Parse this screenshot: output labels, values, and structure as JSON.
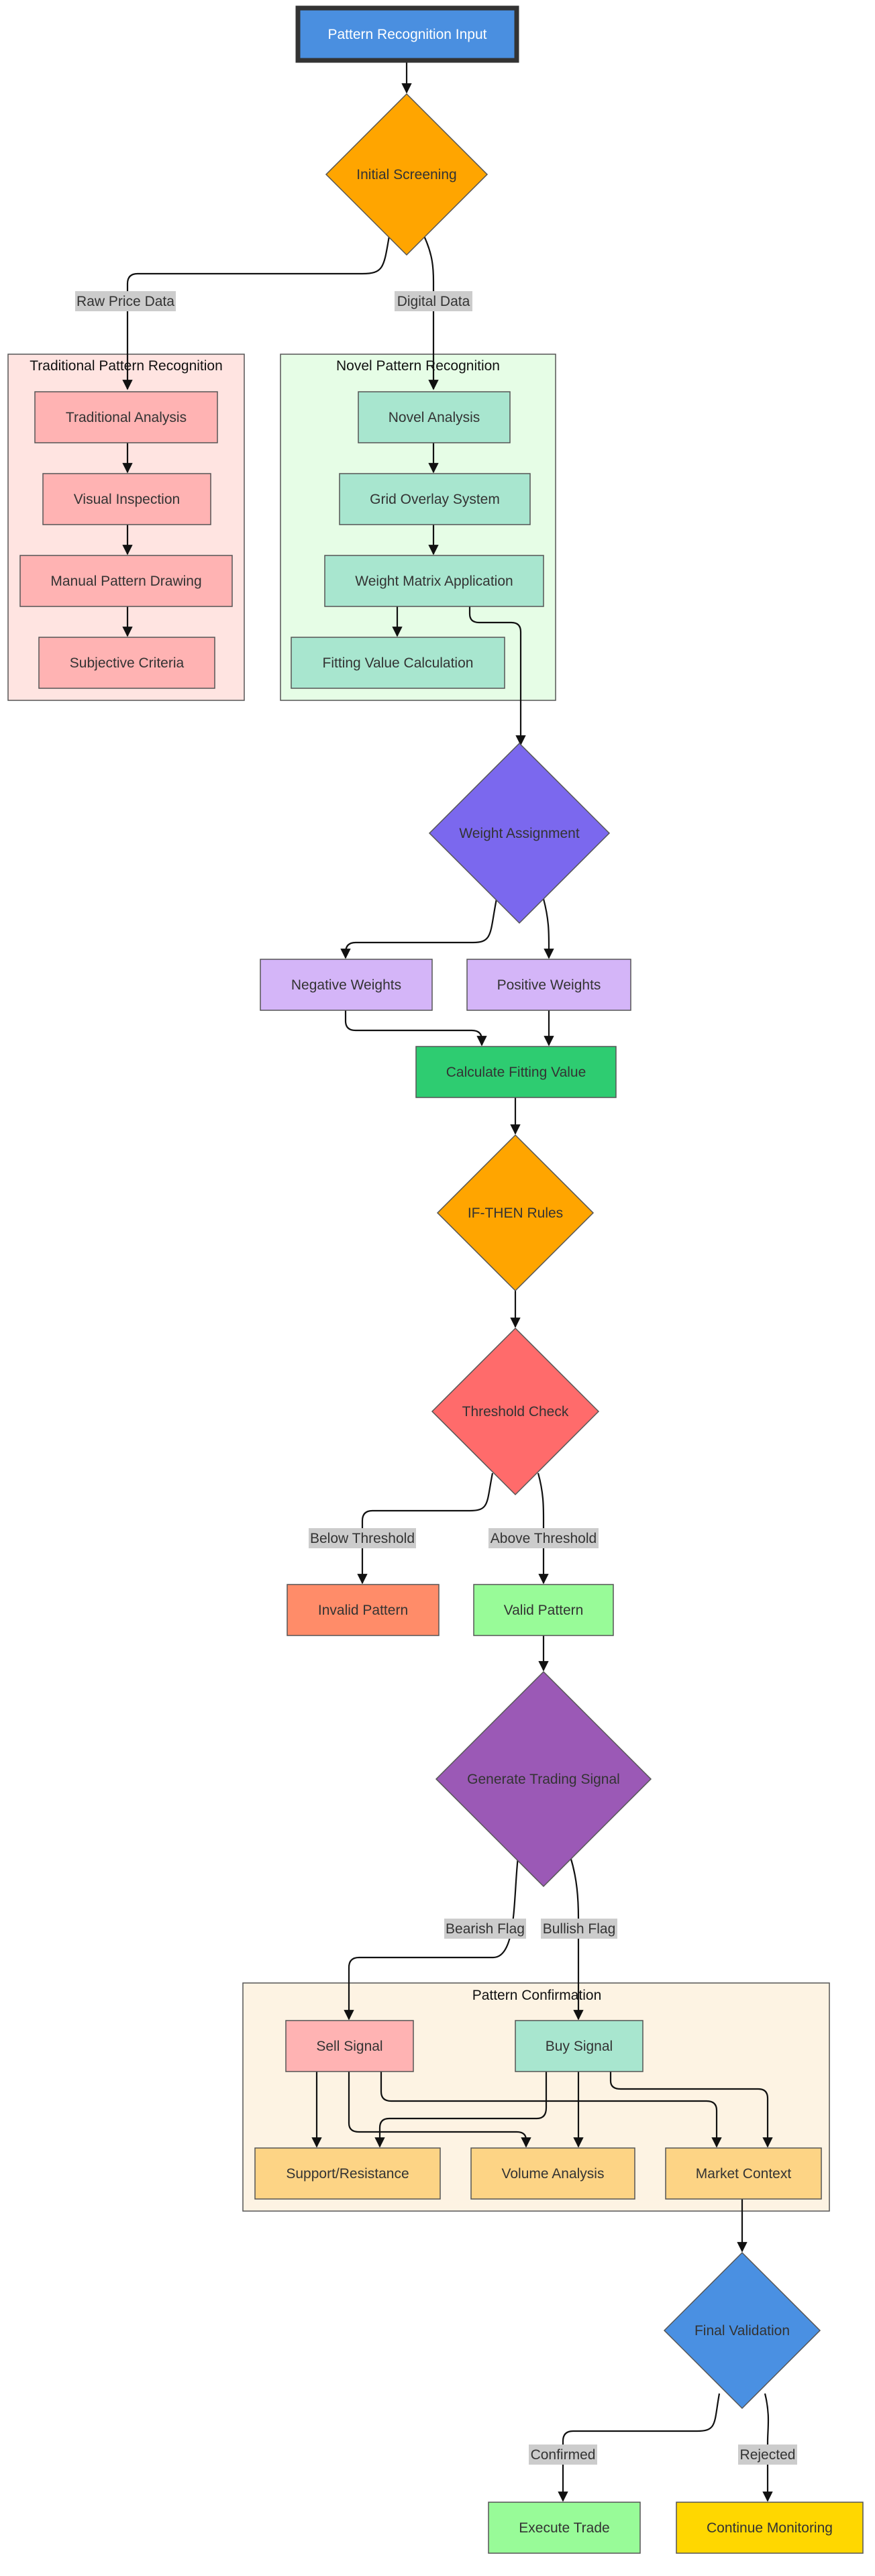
{
  "colors": {
    "input": "#4a8fe0",
    "decision_orange": "#ffa500",
    "decision_purple": "#7b68ee",
    "decision_red": "#ff6b6b",
    "decision_violet": "#9b59b6",
    "decision_blue": "#4a90e2",
    "traditional": "#ffb3b3",
    "novel": "#a8e6cf",
    "weights": "#d4b5f8",
    "fitting": "#2ecc71",
    "invalid": "#ff8c69",
    "valid": "#98fb98",
    "confirmation": "#fdd485",
    "execute": "#98fb98",
    "monitor": "#ffd700",
    "cluster_traditional_bg": "#ffe4e1",
    "cluster_novel_bg": "#e6fde6",
    "cluster_confirm_bg": "#fdf3e3",
    "edge_label_bg": "#cccccc"
  },
  "clusters": {
    "traditional": "Traditional Pattern Recognition",
    "novel": "Novel Pattern Recognition",
    "confirmation": "Pattern Confirmation"
  },
  "nodes": {
    "input": "Pattern Recognition Input",
    "screening": "Initial Screening",
    "trad_analysis": "Traditional Analysis",
    "visual": "Visual Inspection",
    "manual": "Manual Pattern Drawing",
    "subjective": "Subjective Criteria",
    "novel_analysis": "Novel Analysis",
    "grid": "Grid Overlay System",
    "weight_matrix": "Weight Matrix Application",
    "fitting_calc": "Fitting Value Calculation",
    "weight_assign": "Weight Assignment",
    "negative": "Negative Weights",
    "positive": "Positive Weights",
    "calc_fitting": "Calculate Fitting Value",
    "ifthen": "IF-THEN Rules",
    "threshold": "Threshold Check",
    "invalid": "Invalid Pattern",
    "valid": "Valid Pattern",
    "generate": "Generate Trading Signal",
    "sell": "Sell Signal",
    "buy": "Buy Signal",
    "support": "Support/Resistance",
    "volume": "Volume Analysis",
    "market": "Market Context",
    "final": "Final Validation",
    "execute": "Execute Trade",
    "monitor": "Continue Monitoring"
  },
  "edge_labels": {
    "raw": "Raw Price Data",
    "digital": "Digital Data",
    "below": "Below Threshold",
    "above": "Above Threshold",
    "bearish": "Bearish Flag",
    "bullish": "Bullish Flag",
    "confirmed": "Confirmed",
    "rejected": "Rejected"
  }
}
